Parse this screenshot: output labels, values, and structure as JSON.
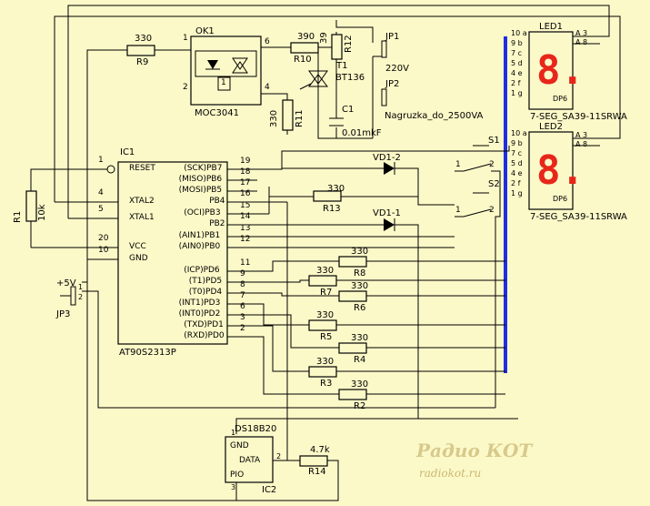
{
  "ic1": {
    "ref": "IC1",
    "part": "AT90S2313P",
    "left_pins": [
      {
        "num": "1",
        "name": "RESET"
      },
      {
        "num": "4",
        "name": "XTAL2"
      },
      {
        "num": "5",
        "name": "XTAL1"
      },
      {
        "num": "20",
        "name": "VCC"
      },
      {
        "num": "10",
        "name": "GND"
      }
    ],
    "right_pins": [
      {
        "num": "19",
        "name": "(SCK)PB7"
      },
      {
        "num": "18",
        "name": "(MISO)PB6"
      },
      {
        "num": "17",
        "name": "(MOSI)PB5"
      },
      {
        "num": "16",
        "name": "PB4"
      },
      {
        "num": "15",
        "name": "(OCI)PB3"
      },
      {
        "num": "14",
        "name": "PB2"
      },
      {
        "num": "13",
        "name": "(AIN1)PB1"
      },
      {
        "num": "12",
        "name": "(AIN0)PB0"
      },
      {
        "num": "11",
        "name": "(ICP)PD6"
      },
      {
        "num": "9",
        "name": "(T1)PD5"
      },
      {
        "num": "8",
        "name": "(T0)PD4"
      },
      {
        "num": "7",
        "name": "(INT1)PD3"
      },
      {
        "num": "6",
        "name": "(INT0)PD2"
      },
      {
        "num": "3",
        "name": "(TXD)PD1"
      },
      {
        "num": "2",
        "name": "(RXD)PD0"
      }
    ]
  },
  "ok1": {
    "ref": "OK1",
    "part": "MOC3041",
    "pins": [
      "1",
      "2",
      "4",
      "6"
    ],
    "inner": "1"
  },
  "triac": {
    "ref": "T1",
    "part": "BT136"
  },
  "resistors": {
    "r9": {
      "ref": "R9",
      "value": "330"
    },
    "r10": {
      "ref": "R10",
      "value": "390"
    },
    "r11": {
      "ref": "R11",
      "value": "330"
    },
    "r12": {
      "ref": "R12",
      "value": "39"
    },
    "r13": {
      "ref": "R13",
      "value": "330"
    },
    "r1": {
      "ref": "R1",
      "value": "10k"
    },
    "r14": {
      "ref": "R14",
      "value": "4.7k"
    },
    "r2": {
      "ref": "R2",
      "value": "330"
    },
    "r3": {
      "ref": "R3",
      "value": "330"
    },
    "r4": {
      "ref": "R4",
      "value": "330"
    },
    "r5": {
      "ref": "R5",
      "value": "330"
    },
    "r6": {
      "ref": "R6",
      "value": "330"
    },
    "r7": {
      "ref": "R7",
      "value": "330"
    },
    "r8": {
      "ref": "R8",
      "value": "330"
    }
  },
  "c1": {
    "ref": "C1",
    "value": "0.01mkF"
  },
  "jp1": {
    "ref": "JP1",
    "label": "220V"
  },
  "jp2": {
    "ref": "JP2",
    "label": "Nagruzka_do_2500VA"
  },
  "jp3": {
    "ref": "JP3",
    "label": "+5V",
    "pins": [
      "1",
      "2"
    ]
  },
  "diodes": {
    "vd12": "VD1-2",
    "vd11": "VD1-1"
  },
  "switches": {
    "s1": "S1",
    "s2": "S2",
    "s1pins": [
      "1",
      "2"
    ],
    "s2pins": [
      "1",
      "2"
    ]
  },
  "led1": {
    "ref": "LED1",
    "part": "7-SEG_SA39-11SRWA",
    "digit": "8.",
    "dp": "DP6"
  },
  "led2": {
    "ref": "LED2",
    "part": "7-SEG_SA39-11SRWA",
    "digit": "8.",
    "dp": "DP6"
  },
  "led_pins": [
    {
      "num": "10",
      "seg": "a"
    },
    {
      "num": "9",
      "seg": "b"
    },
    {
      "num": "7",
      "seg": "c"
    },
    {
      "num": "5",
      "seg": "d"
    },
    {
      "num": "4",
      "seg": "e"
    },
    {
      "num": "2",
      "seg": "f"
    },
    {
      "num": "1",
      "seg": "g"
    }
  ],
  "led_common": [
    {
      "a": "A",
      "n": "3"
    },
    {
      "a": "A",
      "n": "8"
    }
  ],
  "ic2": {
    "ref": "IC2",
    "part": "DS18B20",
    "pins": [
      "GND",
      "DATA",
      "PIO"
    ],
    "nums": [
      "1",
      "2",
      "3"
    ]
  },
  "watermark": {
    "logo": "Радио КОТ",
    "url": "radiokot.ru"
  },
  "colors": {
    "background": "#fcf9c8",
    "bus": "#1f2fe0",
    "led_digit": "#e8261a",
    "wire": "#000000"
  }
}
